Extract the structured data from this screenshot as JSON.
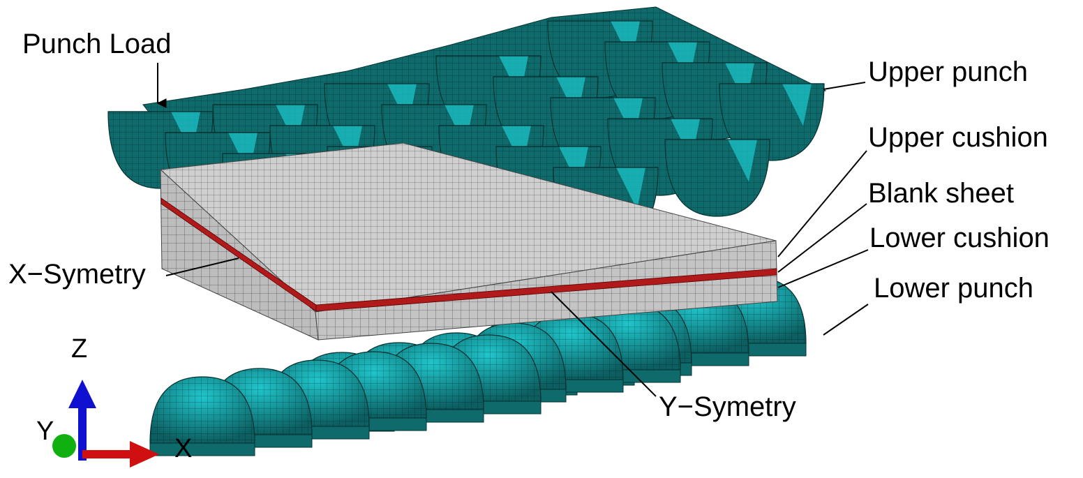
{
  "labels": {
    "punch_load": "Punch Load",
    "upper_punch": "Upper punch",
    "upper_cushion": "Upper cushion",
    "blank_sheet": "Blank sheet",
    "lower_cushion": "Lower cushion",
    "lower_punch": "Lower punch",
    "x_symetry": "X−Symetry",
    "y_symetry": "Y−Symetry"
  },
  "triad": {
    "z": "Z",
    "y": "Y",
    "x": "X"
  },
  "colors": {
    "punch": "#0f6b6b",
    "punch_inner": "#19b8bd",
    "cushion": "#c8c8c8",
    "cushion_side": "#b4b4b4",
    "blank": "#b01a1a",
    "axis_z": "#1010d0",
    "axis_x": "#d01010",
    "axis_y": "#10b010"
  }
}
